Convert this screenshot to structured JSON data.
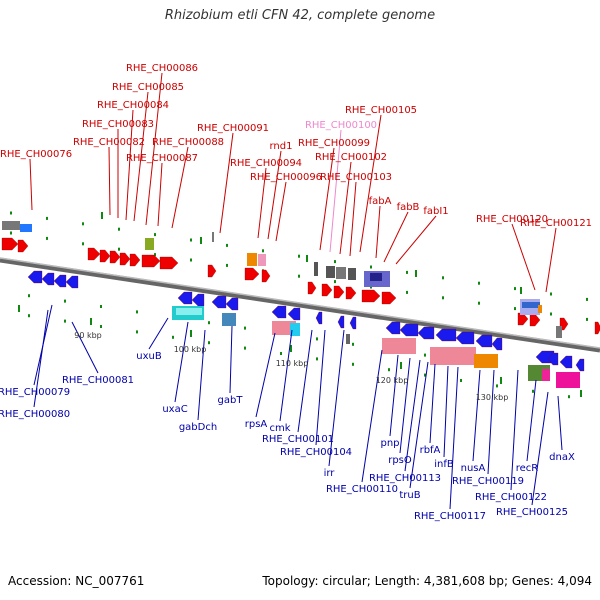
{
  "title": "Rhizobium etli CFN 42, complete genome",
  "footer": {
    "accession": "Accession: NC_007761",
    "summary": "Topology: circular; Length: 4,381,608 bp; Genes: 4,094"
  },
  "colors": {
    "forward_label": "#cc0000",
    "reverse_label": "#0000aa",
    "highlight_label": "#ee88cc",
    "forward_gene": "#ee0000",
    "reverse_gene": "#1a1aee",
    "backbone": "#888888",
    "tick": "#118811"
  },
  "ticks": [
    "90 kbp",
    "100 kbp",
    "110 kbp",
    "120 kbp",
    "130 kbp"
  ],
  "labels_top": [
    "RHE_CH00076",
    "RHE_CH00082",
    "RHE_CH00083",
    "RHE_CH00084",
    "RHE_CH00085",
    "RHE_CH00086",
    "RHE_CH00087",
    "RHE_CH00088",
    "RHE_CH00091",
    "RHE_CH00094",
    "RHE_CH00096",
    "rnd1",
    "RHE_CH00099",
    "RHE_CH00100",
    "RHE_CH00102",
    "RHE_CH00103",
    "RHE_CH00105",
    "fabA",
    "fabB",
    "fabI1",
    "RHE_CH00120",
    "RHE_CH00121"
  ],
  "labels_bottom": [
    "RHE_CH00079",
    "RHE_CH00080",
    "RHE_CH00081",
    "uxuB",
    "uxaC",
    "gabDch",
    "gabT",
    "rpsA",
    "cmk",
    "RHE_CH00101",
    "RHE_CH00104",
    "irr",
    "RHE_CH00110",
    "pnp",
    "rpsO",
    "RHE_CH00113",
    "truB",
    "rbfA",
    "infB",
    "RHE_CH00117",
    "nusA",
    "RHE_CH00119",
    "RHE_CH00122",
    "recR",
    "RHE_CH00125",
    "dnaX"
  ]
}
